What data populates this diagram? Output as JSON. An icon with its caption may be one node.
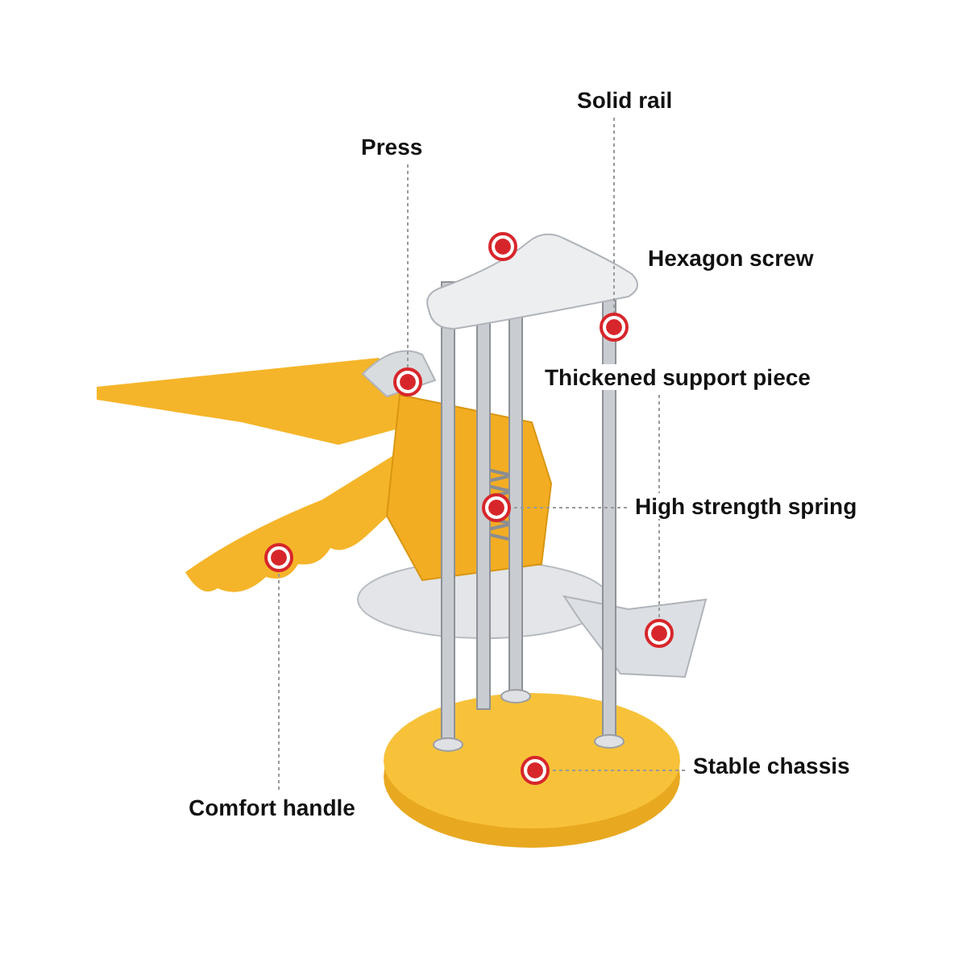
{
  "diagram": {
    "nodes": [
      {
        "text": [
          "Solid rail"
        ]
      },
      {
        "text": [
          "Press"
        ]
      },
      {
        "text": [
          "Hexagon screw"
        ]
      },
      {
        "text": [
          "Thickened support piece"
        ]
      },
      {
        "text": [
          "High strength spring"
        ]
      },
      {
        "text": [
          "Stable chassis"
        ]
      },
      {
        "text": [
          "Comfort handle"
        ]
      },
      {
        "text": [],
        "shape": "circle"
      },
      {
        "text": [],
        "shape": "circle"
      },
      {
        "text": [],
        "shape": "circle"
      },
      {
        "text": [],
        "shape": "circle"
      },
      {
        "text": [],
        "shape": "circle"
      },
      {
        "text": [],
        "shape": "circle"
      },
      {
        "text": [],
        "shape": "circle"
      }
    ],
    "edges": [
      {
        "from": 0,
        "to": 12,
        "arrow": "none",
        "style": "dashed"
      },
      {
        "from": 1,
        "to": 8,
        "arrow": "none",
        "style": "dashed"
      },
      {
        "from": 3,
        "to": 13,
        "arrow": "none",
        "style": "dashed"
      },
      {
        "from": 4,
        "to": 9,
        "arrow": "none",
        "style": "dashed"
      },
      {
        "from": 5,
        "to": 11,
        "arrow": "none",
        "style": "dashed"
      },
      {
        "from": 6,
        "to": 7,
        "arrow": "none",
        "style": "dashed"
      }
    ]
  }
}
